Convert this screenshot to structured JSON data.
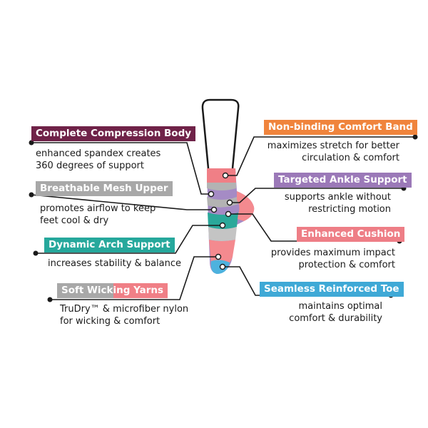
{
  "colors": {
    "plum": "#6f2248",
    "gray": "#a8a8a8",
    "teal": "#26a89c",
    "coral": "#f07f86",
    "orange": "#f0843c",
    "purple": "#9b79b8",
    "salmon": "#ee7e86",
    "blue": "#3fa9d6",
    "lavender": "#a58bc5",
    "sock_gray": "#b3b3b3",
    "sock_teal": "#2aa89a",
    "sock_pink": "#f48a8f",
    "sock_blue": "#4db2de"
  },
  "features": [
    {
      "id": "compression",
      "label": "Complete Compression Body",
      "color": "#6f2248",
      "desc": [
        "enhanced spandex creates",
        "360 degrees of support"
      ]
    },
    {
      "id": "mesh",
      "label": "Breathable Mesh Upper",
      "color": "#a8a8a8",
      "desc": [
        "promotes airflow to keep",
        "feet cool & dry"
      ]
    },
    {
      "id": "arch",
      "label": "Dynamic Arch Support",
      "color": "#26a89c",
      "desc": [
        "increases stability & balance"
      ]
    },
    {
      "id": "wicking",
      "label_part1": "Soft Wick",
      "label_part2": "ing Yarns",
      "color1": "#a8a8a8",
      "color2": "#f07f86",
      "desc": [
        "TruDry™ & microfiber nylon",
        "for wicking & comfort"
      ]
    },
    {
      "id": "band",
      "label": "Non-binding Comfort Band",
      "color": "#f0843c",
      "desc": [
        "maximizes stretch for better",
        "circulation & comfort"
      ]
    },
    {
      "id": "ankle",
      "label": "Targeted Ankle Support",
      "color": "#9b79b8",
      "desc": [
        "supports ankle without",
        "restricting motion"
      ]
    },
    {
      "id": "cushion",
      "label": "Enhanced Cushion",
      "color": "#ee7e86",
      "desc": [
        "provides maximum impact",
        "protection & comfort"
      ]
    },
    {
      "id": "toe",
      "label": "Seamless Reinforced Toe",
      "color": "#3fa9d6",
      "desc": [
        "maintains optimal",
        "comfort & durability"
      ]
    }
  ]
}
